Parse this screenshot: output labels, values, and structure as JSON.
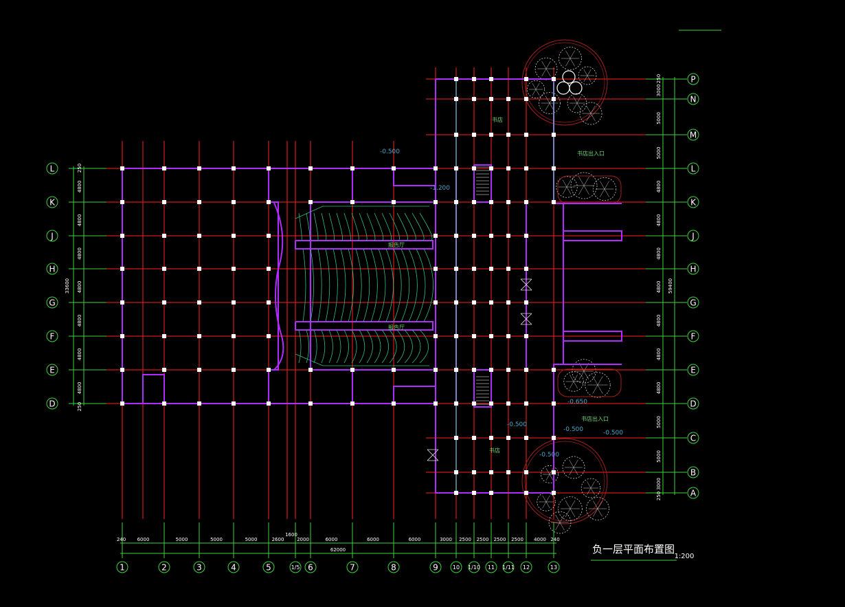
{
  "drawing": {
    "title": "负一层平面布置图",
    "scale": "1:200",
    "colors": {
      "background": "#000000",
      "axis": "#ff2020",
      "wall": "#b02cff",
      "dimension": "#3fd43f",
      "column": "#ffffff",
      "seats": "#2fbf7f",
      "level": "#4aa6c8",
      "trees": "#cccccc"
    }
  },
  "axes_vertical": [
    "1",
    "2",
    "3",
    "4",
    "5",
    "1/5",
    "6",
    "7",
    "8",
    "9",
    "10",
    "1/10",
    "11",
    "1/11",
    "12",
    "13"
  ],
  "axes_horizontal_left": [
    "L",
    "K",
    "J",
    "H",
    "G",
    "F",
    "E",
    "D"
  ],
  "axes_horizontal_right": [
    "P",
    "N",
    "M",
    "L",
    "K",
    "J",
    "H",
    "G",
    "F",
    "E",
    "D",
    "C",
    "B",
    "A"
  ],
  "dims_bottom": [
    "240",
    "6000",
    "5000",
    "5000",
    "5000",
    "2600",
    "1600",
    "2000",
    "6000",
    "6000",
    "6000",
    "3000",
    "2500",
    "2500",
    "2500",
    "2500",
    "4000",
    "240"
  ],
  "dims_bottom_total": "62000",
  "dims_left": [
    "250",
    "4800",
    "4800",
    "4800",
    "4800",
    "4800",
    "4800",
    "4800",
    "250"
  ],
  "dims_left_total": "33600",
  "dims_right": [
    "250",
    "3000",
    "5000",
    "5000",
    "4800",
    "4800",
    "4800",
    "4800",
    "4800",
    "4800",
    "4800",
    "5000",
    "5000",
    "3000",
    "250"
  ],
  "dims_right_total": "59400",
  "room_labels": [
    "书店",
    "书店",
    "报告厅",
    "报告厅",
    "书店出入口",
    "书店出入口"
  ],
  "levels": [
    "-0.500",
    "-1.200",
    "-0.650",
    "-0.500",
    "-0.500",
    "-0.500",
    "-0.500"
  ]
}
